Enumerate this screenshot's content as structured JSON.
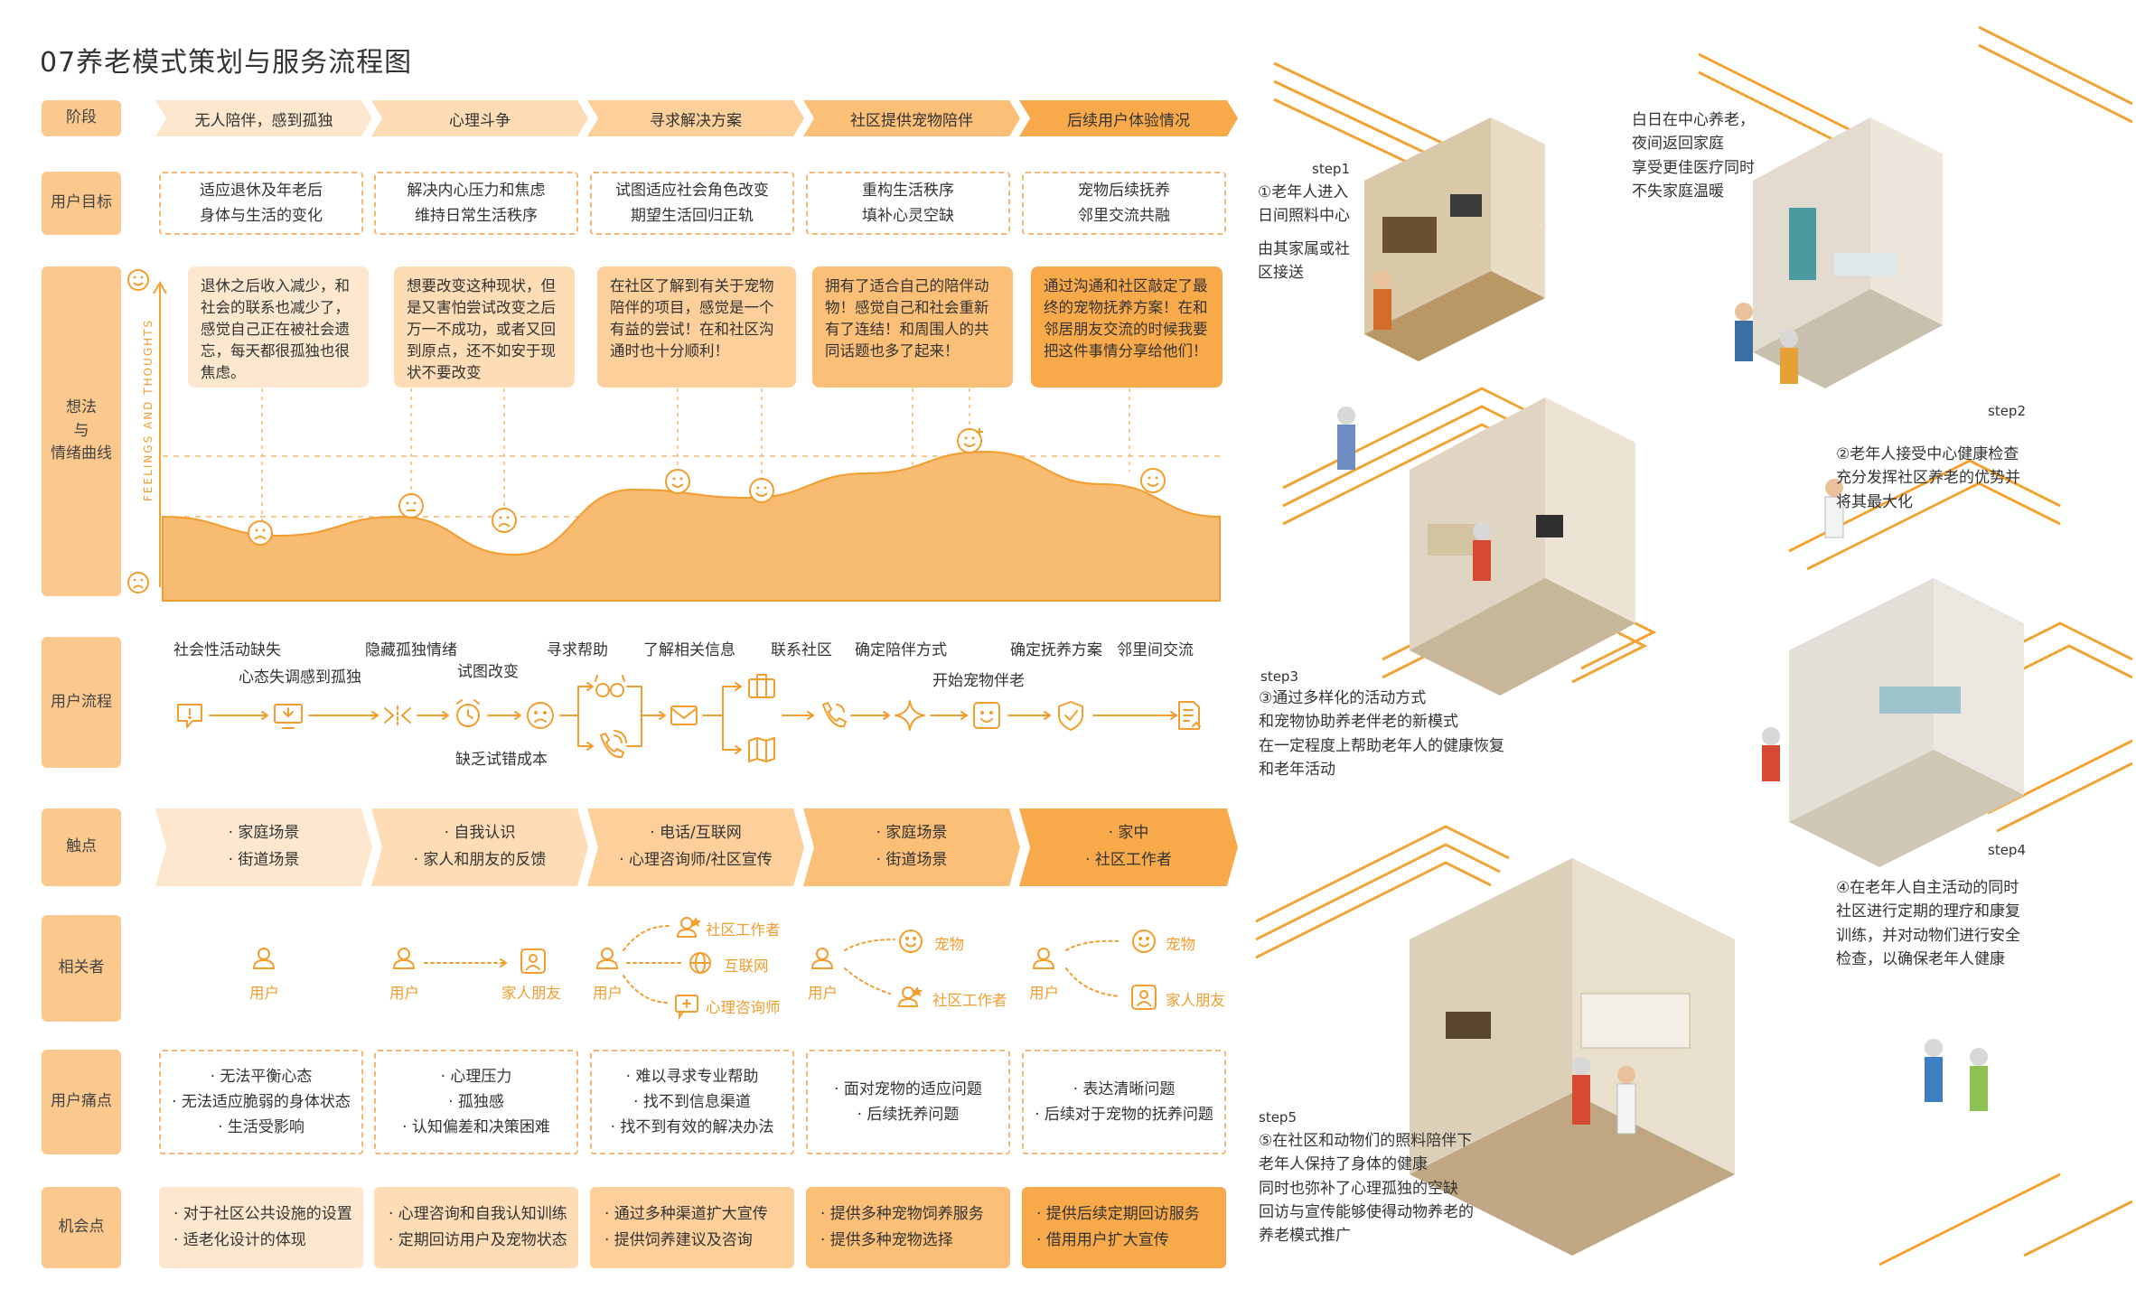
{
  "title": "07养老模式策划与服务流程图",
  "colors": {
    "accent": "#f6a43a",
    "accent_light": "#fde1c2",
    "accent_mid": "#fbc98d",
    "accent_dark": "#f59a2c",
    "curve_fill": "#f8bb72",
    "line_orange": "#f5a233"
  },
  "rows": {
    "stage": "阶段",
    "goal": "用户目标",
    "thoughts": "想法\n与\n情绪曲线",
    "flow": "用户流程",
    "touch": "触点",
    "stakeholders": "相关者",
    "pain": "用户痛点",
    "opportunity": "机会点"
  },
  "axis_label": "FEELINGS AND THOUGHTS",
  "stages": [
    "无人陪伴，感到孤独",
    "心理斗争",
    "寻求解决方案",
    "社区提供宠物陪伴",
    "后续用户体验情况"
  ],
  "goals": [
    [
      "适应退休及年老后",
      "身体与生活的变化"
    ],
    [
      "解决内心压力和焦虑",
      "维持日常生活秩序"
    ],
    [
      "试图适应社会角色改变",
      "期望生活回归正轨"
    ],
    [
      "重构生活秩序",
      "填补心灵空缺"
    ],
    [
      "宠物后续抚养",
      "邻里交流共融"
    ]
  ],
  "thoughts": [
    "退休之后收入减少，和社会的联系也减少了，感觉自己正在被社会遗忘，每天都很孤独也很焦虑。",
    "想要改变这种现状，但是又害怕尝试改变之后万一不成功，或者又回到原点，还不如安于现状不要改变",
    "在社区了解到有关于宠物陪伴的项目，感觉是一个有益的尝试！在和社区沟通时也十分顺利！",
    "拥有了适合自己的陪伴动物！感觉自己和社会重新有了连结！和周围人的共同话题也多了起来！",
    "通过沟通和社区敲定了最终的宠物抚养方案！在和邻居朋友交流的时候我要把这件事情分享给他们！"
  ],
  "flow_labels": {
    "top": [
      "社会性活动缺失",
      "隐藏孤独情绪",
      "寻求帮助",
      "了解相关信息",
      "联系社区",
      "确定陪伴方式",
      "确定抚养方案",
      "邻里间交流"
    ],
    "middle": [
      "心态失调感到孤独",
      "试图改变",
      "开始宠物伴老"
    ],
    "bottom": [
      "缺乏试错成本"
    ]
  },
  "touchpoints": [
    [
      "· 家庭场景",
      "· 街道场景"
    ],
    [
      "· 自我认识",
      "· 家人和朋友的反馈"
    ],
    [
      "· 电话/互联网",
      "· 心理咨询师/社区宣传"
    ],
    [
      "· 家庭场景",
      "· 街道场景"
    ],
    [
      "· 家中",
      "· 社区工作者"
    ]
  ],
  "stakeholders": {
    "user": "用户",
    "family": "家人朋友",
    "community_worker": "社区工作者",
    "internet": "互联网",
    "counselor": "心理咨询师",
    "pet": "宠物"
  },
  "pains": [
    [
      "· 无法平衡心态",
      "· 无法适应脆弱的身体状态",
      "· 生活受影响"
    ],
    [
      "· 心理压力",
      "· 孤独感",
      "· 认知偏差和决策困难"
    ],
    [
      "· 难以寻求专业帮助",
      "· 找不到信息渠道",
      "· 找不到有效的解决办法"
    ],
    [
      "· 面对宠物的适应问题",
      "· 后续抚养问题"
    ],
    [
      "· 表达清晰问题",
      "· 后续对于宠物的抚养问题"
    ]
  ],
  "opportunities": [
    [
      "· 对于社区公共设施的设置",
      "· 适老化设计的体现"
    ],
    [
      "· 心理咨询和自我认知训练",
      "· 定期回访用户及宠物状态"
    ],
    [
      "· 通过多种渠道扩大宣传",
      "· 提供饲养建议及咨询"
    ],
    [
      "· 提供多种宠物饲养服务",
      "· 提供多种宠物选择"
    ],
    [
      "· 提供后续定期回访服务",
      "· 借用用户扩大宣传"
    ]
  ],
  "emotion_curve": {
    "type": "area",
    "values": [
      -0.2,
      -0.55,
      -0.2,
      -0.9,
      0.3,
      0.15,
      0.6,
      1.0,
      0.4,
      -0.2
    ]
  },
  "steps": [
    {
      "tag": "step1",
      "lines": [
        "①老年人进入",
        "日间照料中心",
        "",
        "由其家属或社",
        "区接送"
      ]
    },
    {
      "tag": "",
      "lines": [
        "白日在中心养老，",
        "夜间返回家庭",
        "享受更佳医疗同时",
        "不失家庭温暖"
      ]
    },
    {
      "tag": "step2",
      "lines": [
        "②老年人接受中心健康检查",
        "充分发挥社区养老的优势并",
        "将其最大化"
      ]
    },
    {
      "tag": "step3",
      "lines": [
        "③通过多样化的活动方式",
        "和宠物协助养老伴老的新模式",
        "在一定程度上帮助老年人的健康恢复",
        "和老年活动"
      ]
    },
    {
      "tag": "step4",
      "lines": [
        "④在老年人自主活动的同时",
        "社区进行定期的理疗和康复",
        "训练，并对动物们进行安全",
        "检查，以确保老年人健康"
      ]
    },
    {
      "tag": "step5",
      "lines": [
        "⑤在社区和动物们的照料陪伴下",
        "老年人保持了身体的健康",
        "同时也弥补了心理孤独的空缺",
        "回访与宣传能够使得动物养老的",
        "养老模式推广"
      ]
    }
  ]
}
